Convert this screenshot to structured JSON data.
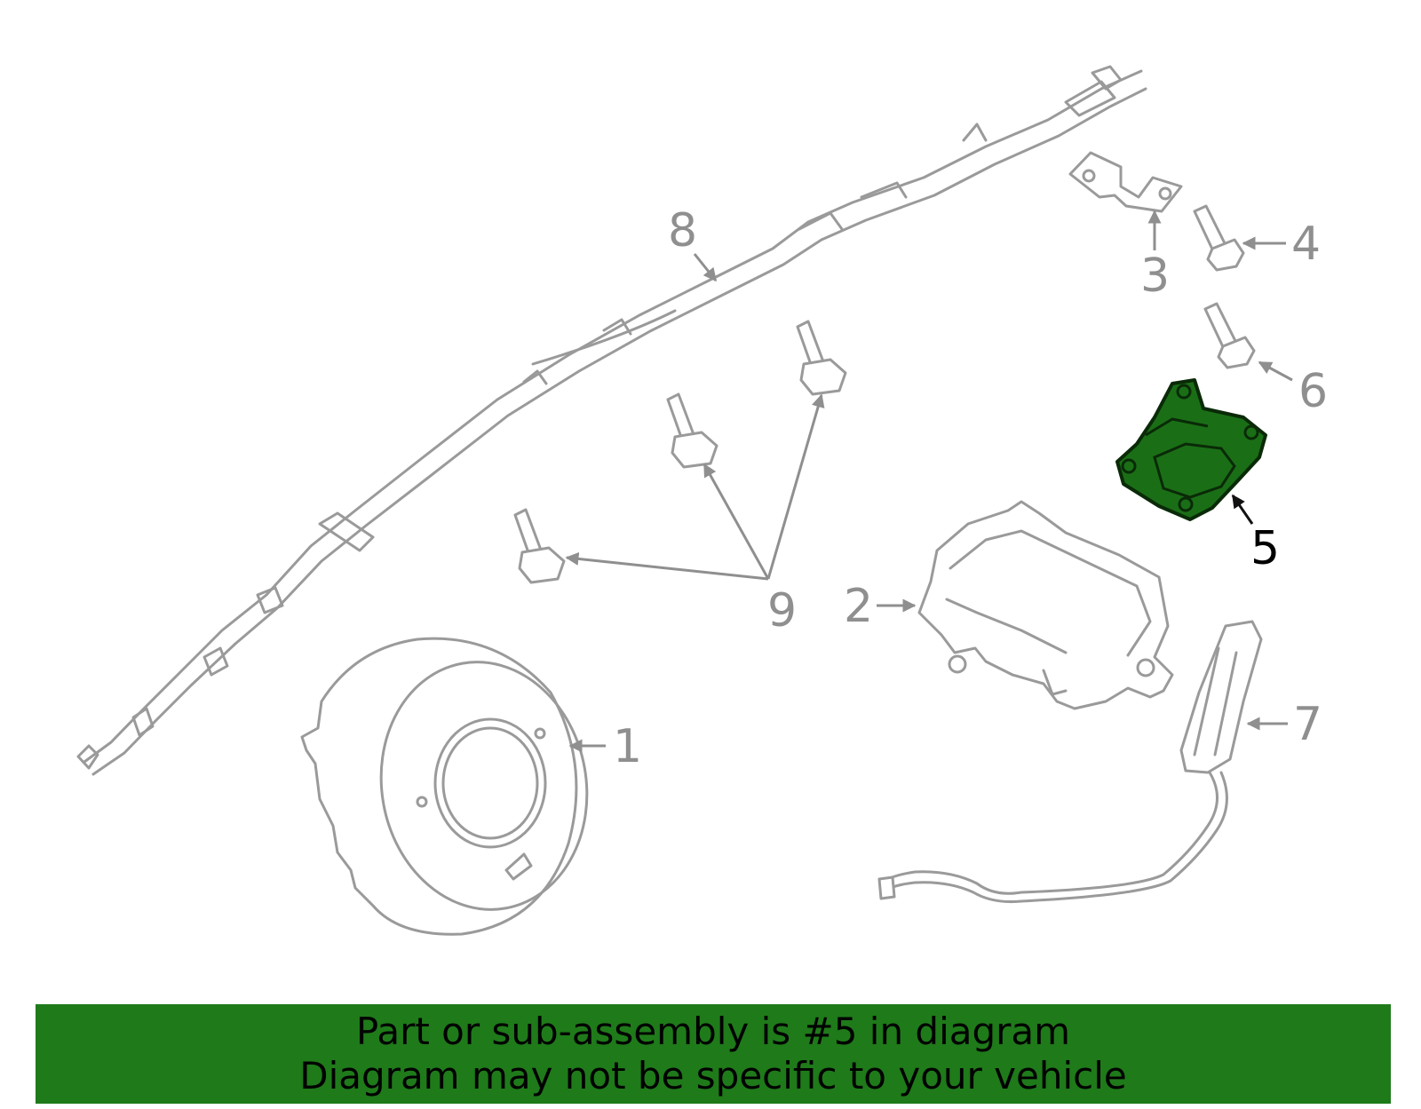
{
  "callouts": [
    {
      "id": "1",
      "label": "1"
    },
    {
      "id": "2",
      "label": "2"
    },
    {
      "id": "3",
      "label": "3"
    },
    {
      "id": "4",
      "label": "4"
    },
    {
      "id": "5",
      "label": "5"
    },
    {
      "id": "6",
      "label": "6"
    },
    {
      "id": "7",
      "label": "7"
    },
    {
      "id": "8",
      "label": "8"
    },
    {
      "id": "9",
      "label": "9"
    }
  ],
  "highlight": {
    "callout": "5",
    "color": "#1a6f16"
  },
  "banner": {
    "line1": "Part or sub-assembly is #5 in diagram",
    "line2": "Diagram may not be specific to your vehicle",
    "background": "#1f7a1a"
  }
}
